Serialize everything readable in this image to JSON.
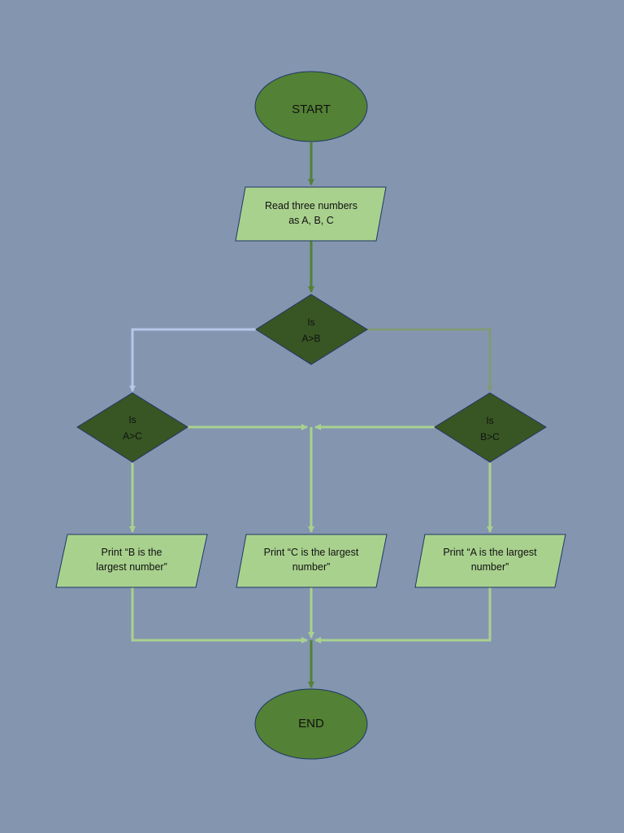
{
  "nodes": {
    "start": {
      "text": "START"
    },
    "read": {
      "line1": "Read three numbers",
      "line2": "as A, B, C"
    },
    "dec_ab": {
      "line1": "Is",
      "line2": "A>B"
    },
    "dec_ac": {
      "line1": "Is",
      "line2": "A>C"
    },
    "dec_bc": {
      "line1": "Is",
      "line2": "B>C"
    },
    "print_b": {
      "line1": "Print “B is the",
      "line2": "largest number”"
    },
    "print_c": {
      "line1": "Print “C is the largest",
      "line2": "number”"
    },
    "print_a": {
      "line1": "Print “A is the largest",
      "line2": "number”"
    },
    "end": {
      "text": "END"
    }
  },
  "colors": {
    "background": "#8495b0",
    "terminal_fill": "#538135",
    "io_fill": "#a9d18e",
    "decision_fill": "#375623",
    "outline": "#1f3864",
    "connector_green": "#a9d18e",
    "connector_dark": "#538135",
    "connector_blue": "#b4c7e7",
    "connector_gray": "#7f9a78"
  }
}
